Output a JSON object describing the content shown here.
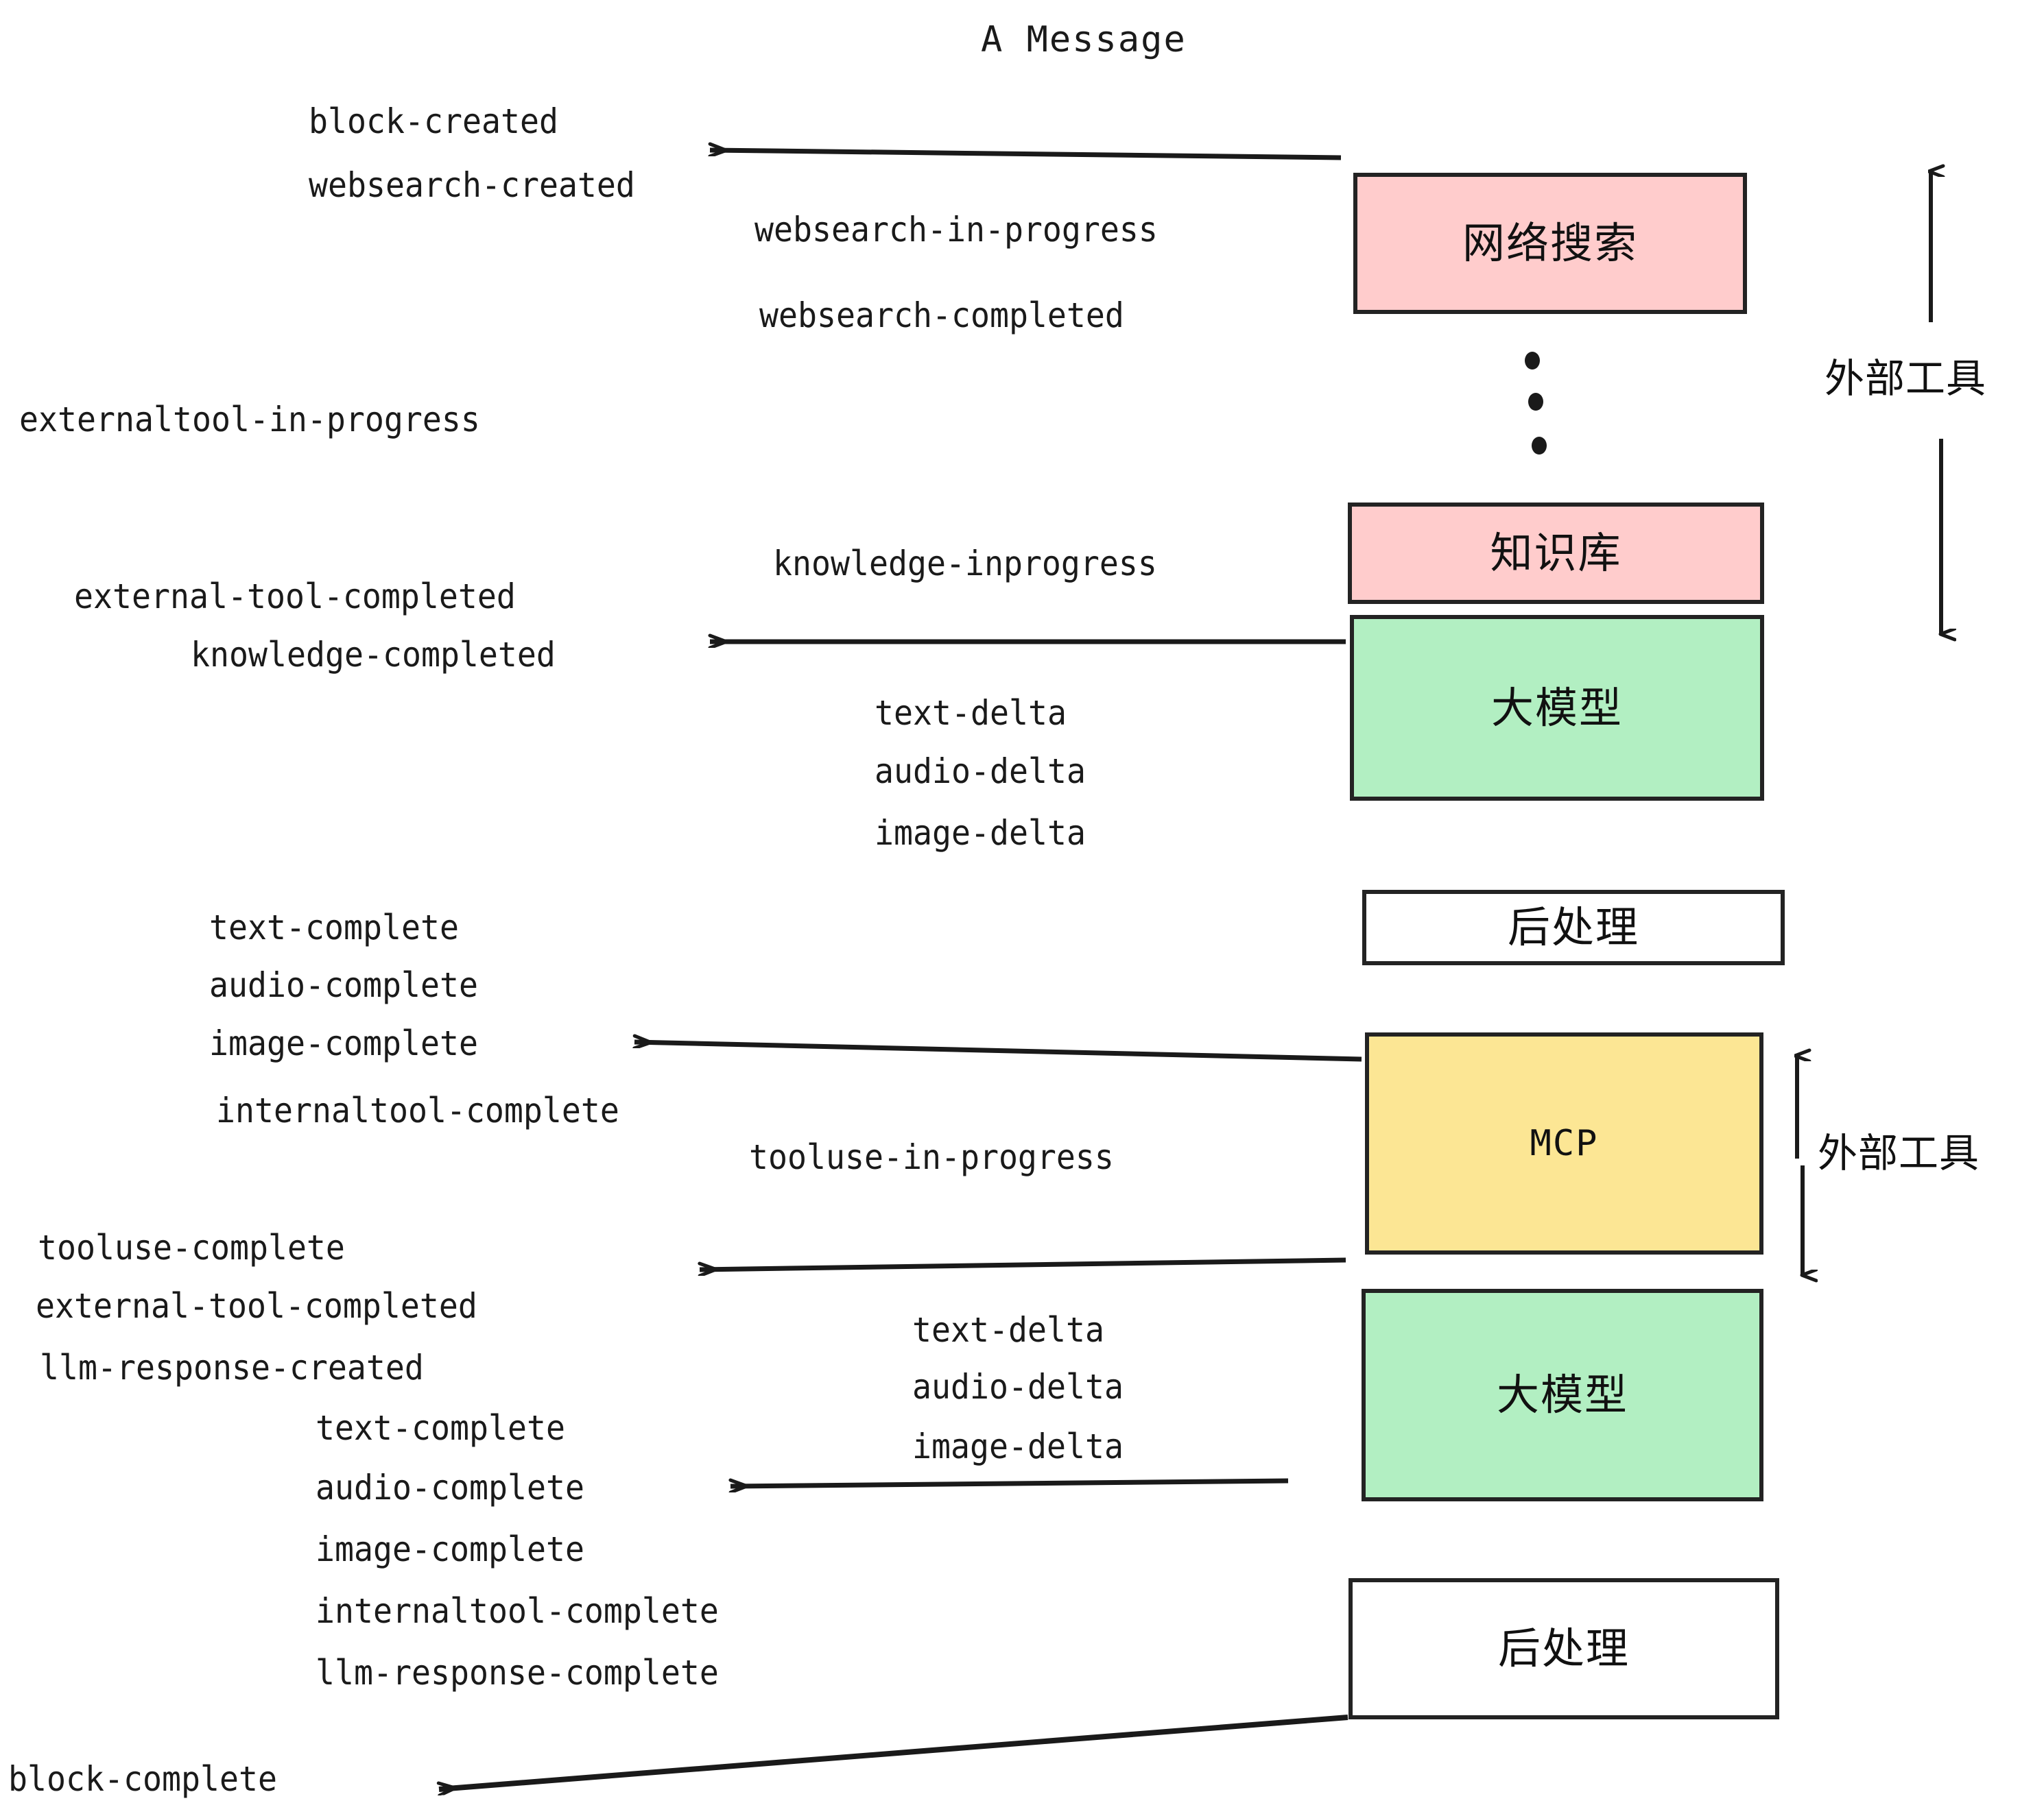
{
  "title": "A Message",
  "colors": {
    "pink": "#FFCCCC",
    "green": "#B2EFC2",
    "yellow": "#FCE694",
    "white": "#FFFFFF",
    "stroke": "#232323",
    "text": "#1A1A1A"
  },
  "boxes": {
    "websearch": "网络搜索",
    "knowledge": "知识库",
    "llm_top": "大模型",
    "postprocess_top": "后处理",
    "mcp": "MCP",
    "llm_bottom": "大模型",
    "postprocess_bottom": "后处理"
  },
  "side_annotations": {
    "external_tool_top": "外部工具",
    "external_tool_bottom": "外部工具"
  },
  "events": {
    "block_created": "block-created",
    "websearch_created": "websearch-created",
    "websearch_in_progress": "websearch-in-progress",
    "websearch_completed": "websearch-completed",
    "externaltool_in_progress": "externaltool-in-progress",
    "knowledge_inprogress": "knowledge-inprogress",
    "external_tool_completed_1": "external-tool-completed",
    "knowledge_completed": "knowledge-completed",
    "text_delta_1": "text-delta",
    "audio_delta_1": "audio-delta",
    "image_delta_1": "image-delta",
    "text_complete_1": "text-complete",
    "audio_complete_1": "audio-complete",
    "image_complete_1": "image-complete",
    "internaltool_complete_1": "internaltool-complete",
    "tooluse_in_progress": "tooluse-in-progress",
    "tooluse_complete": "tooluse-complete",
    "external_tool_completed_2": "external-tool-completed",
    "llm_response_created": "llm-response-created",
    "text_delta_2": "text-delta",
    "audio_delta_2": "audio-delta",
    "image_delta_2": "image-delta",
    "text_complete_2": "text-complete",
    "audio_complete_2": "audio-complete",
    "image_complete_2": "image-complete",
    "internaltool_complete_2": "internaltool-complete",
    "llm_response_complete": "llm-response-complete",
    "block_complete": "block-complete"
  },
  "dots": {
    "count": 3,
    "meaning": "vertical-ellipsis-more-external-tools"
  }
}
